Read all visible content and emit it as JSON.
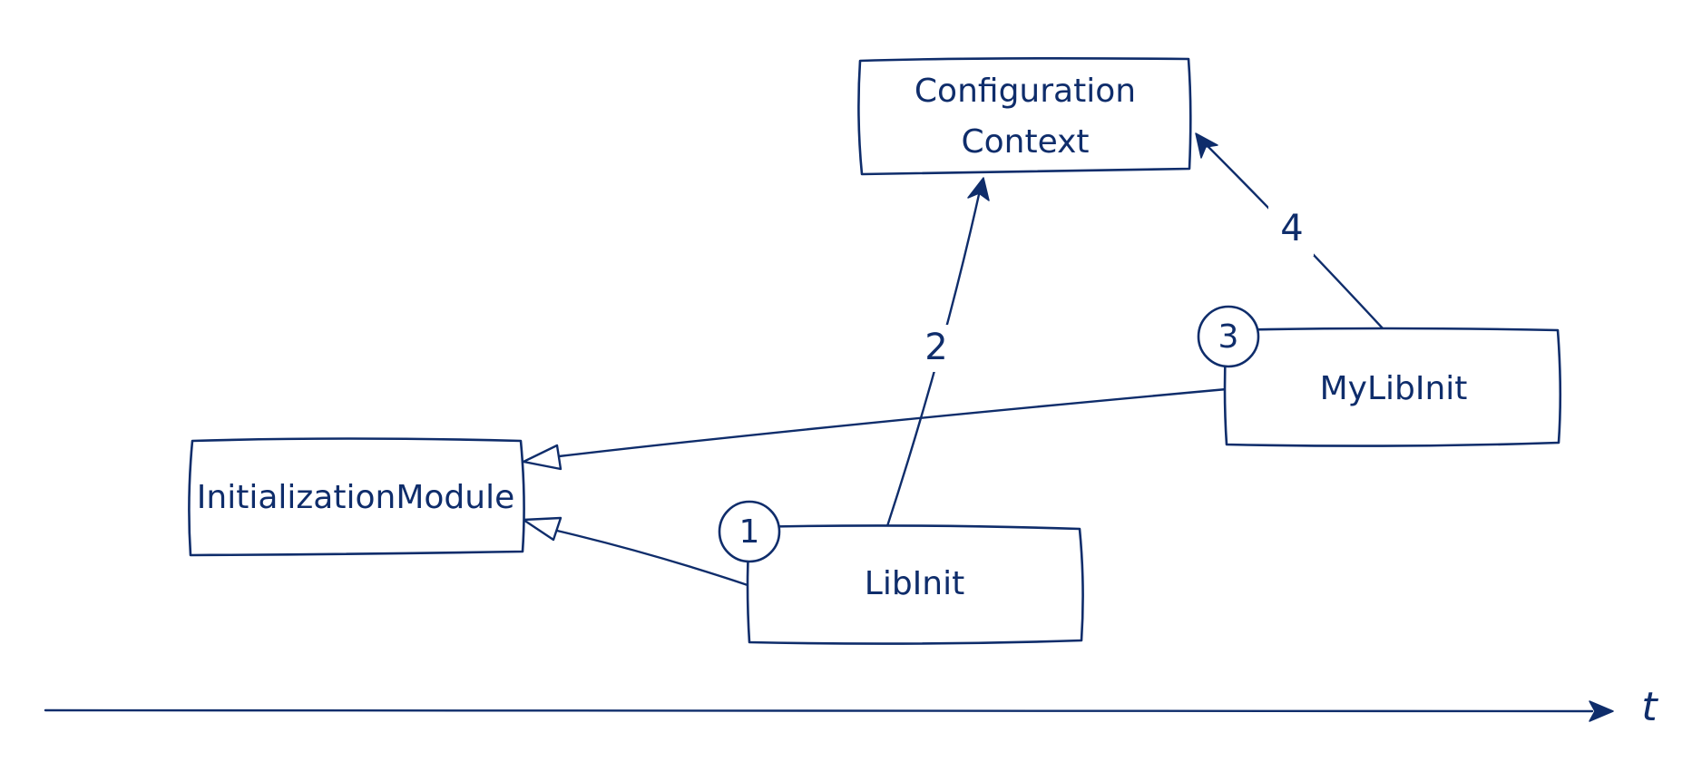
{
  "colors": {
    "ink": "#0f2d6b",
    "background": "#ffffff"
  },
  "boxes": {
    "configuration_context": {
      "line1": "Configuration",
      "line2": "Context"
    },
    "initialization_module": {
      "label": "InitializationModule"
    },
    "lib_init": {
      "label": "LibInit"
    },
    "my_lib_init": {
      "label": "MyLibInit"
    }
  },
  "steps": {
    "step1": "1",
    "step2": "2",
    "step3": "3",
    "step4": "4"
  },
  "timeline": {
    "label": "t"
  },
  "edges": [
    {
      "from": "lib_init",
      "to": "initialization_module",
      "kind": "inheritance"
    },
    {
      "from": "my_lib_init",
      "to": "initialization_module",
      "kind": "inheritance"
    },
    {
      "from": "lib_init",
      "to": "configuration_context",
      "kind": "uses",
      "step": "2"
    },
    {
      "from": "my_lib_init",
      "to": "configuration_context",
      "kind": "uses",
      "step": "4"
    }
  ]
}
